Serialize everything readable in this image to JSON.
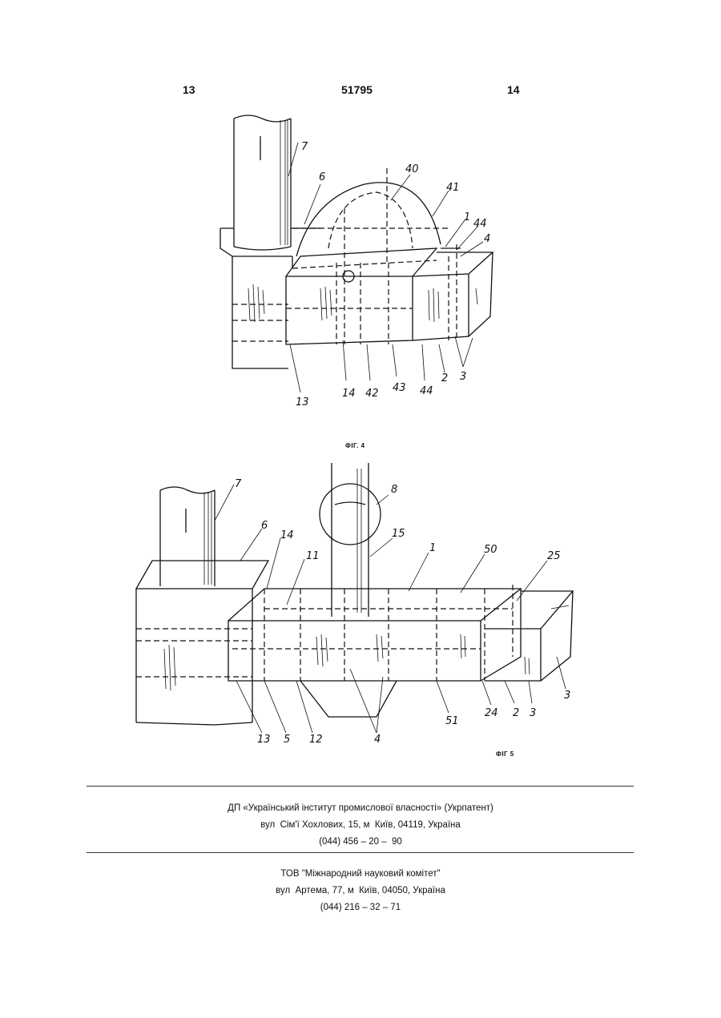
{
  "header": {
    "page_left": "13",
    "patent_number": "51795",
    "page_right": "14"
  },
  "figure4": {
    "caption": "ФІГ. 4",
    "labels": [
      "7",
      "6",
      "40",
      "41",
      "1",
      "44",
      "4",
      "13",
      "14",
      "42",
      "43",
      "44",
      "2",
      "3"
    ]
  },
  "figure5": {
    "caption": "ФІГ 5",
    "labels": [
      "7",
      "8",
      "6",
      "14",
      "11",
      "15",
      "1",
      "50",
      "25",
      "13",
      "5",
      "12",
      "4",
      "51",
      "24",
      "2",
      "3",
      "3"
    ]
  },
  "footer1": {
    "line1": "ДП «Український інститут промислової власності» (Укрпатент)",
    "line2": "вул  Сім'ї Хохлових, 15, м  Київ, 04119, Україна",
    "line3": "(044) 456 – 20 –  90"
  },
  "footer2": {
    "line1": "ТОВ \"Міжнародний науковий комітет\"",
    "line2": "вул  Артема, 77, м  Київ, 04050, Україна",
    "line3": "(044) 216 – 32 – 71"
  }
}
